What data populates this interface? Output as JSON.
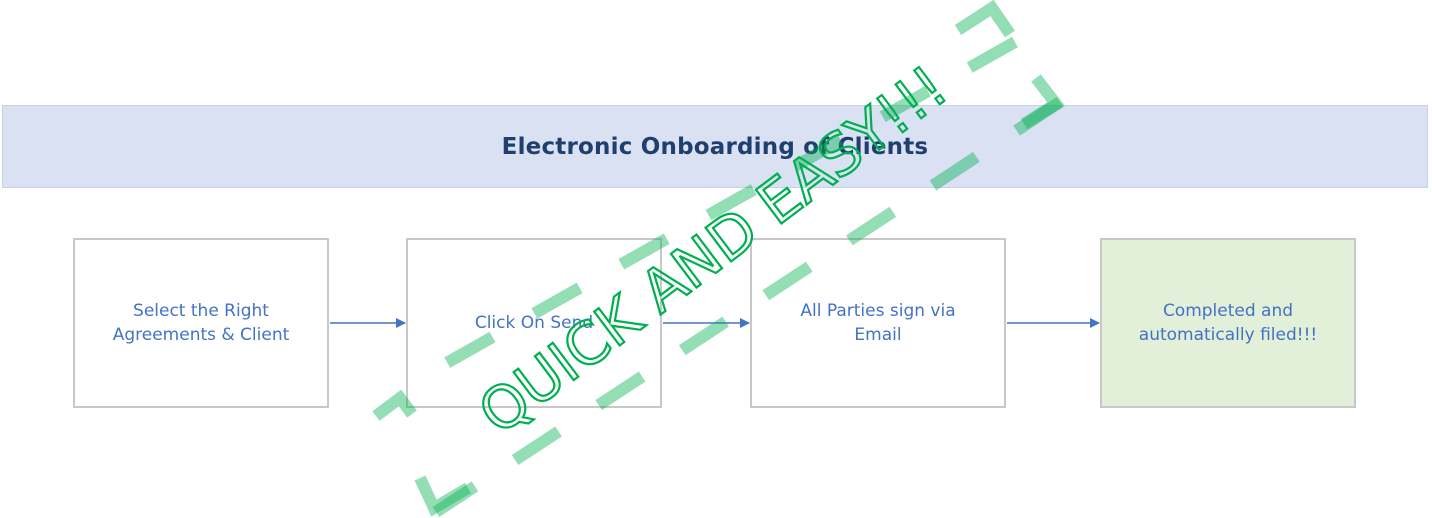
{
  "banner": {
    "title": "Electronic Onboarding of Clients"
  },
  "steps": [
    {
      "label": "Select the Right\nAgreements & Client"
    },
    {
      "label": "Click On Send"
    },
    {
      "label": "All Parties sign via\nEmail"
    },
    {
      "label": "Completed and\nautomatically filed!!!"
    }
  ],
  "stamp": {
    "text": "QUICK AND EASY!!!"
  },
  "colors": {
    "banner_fill": "#dae1f3",
    "title_text": "#1f3f6e",
    "step_text": "#4472c4",
    "step_border": "#c8c8c8",
    "final_step_fill": "#e2efd9",
    "arrow": "#4472c4",
    "stamp": "#00b050"
  }
}
